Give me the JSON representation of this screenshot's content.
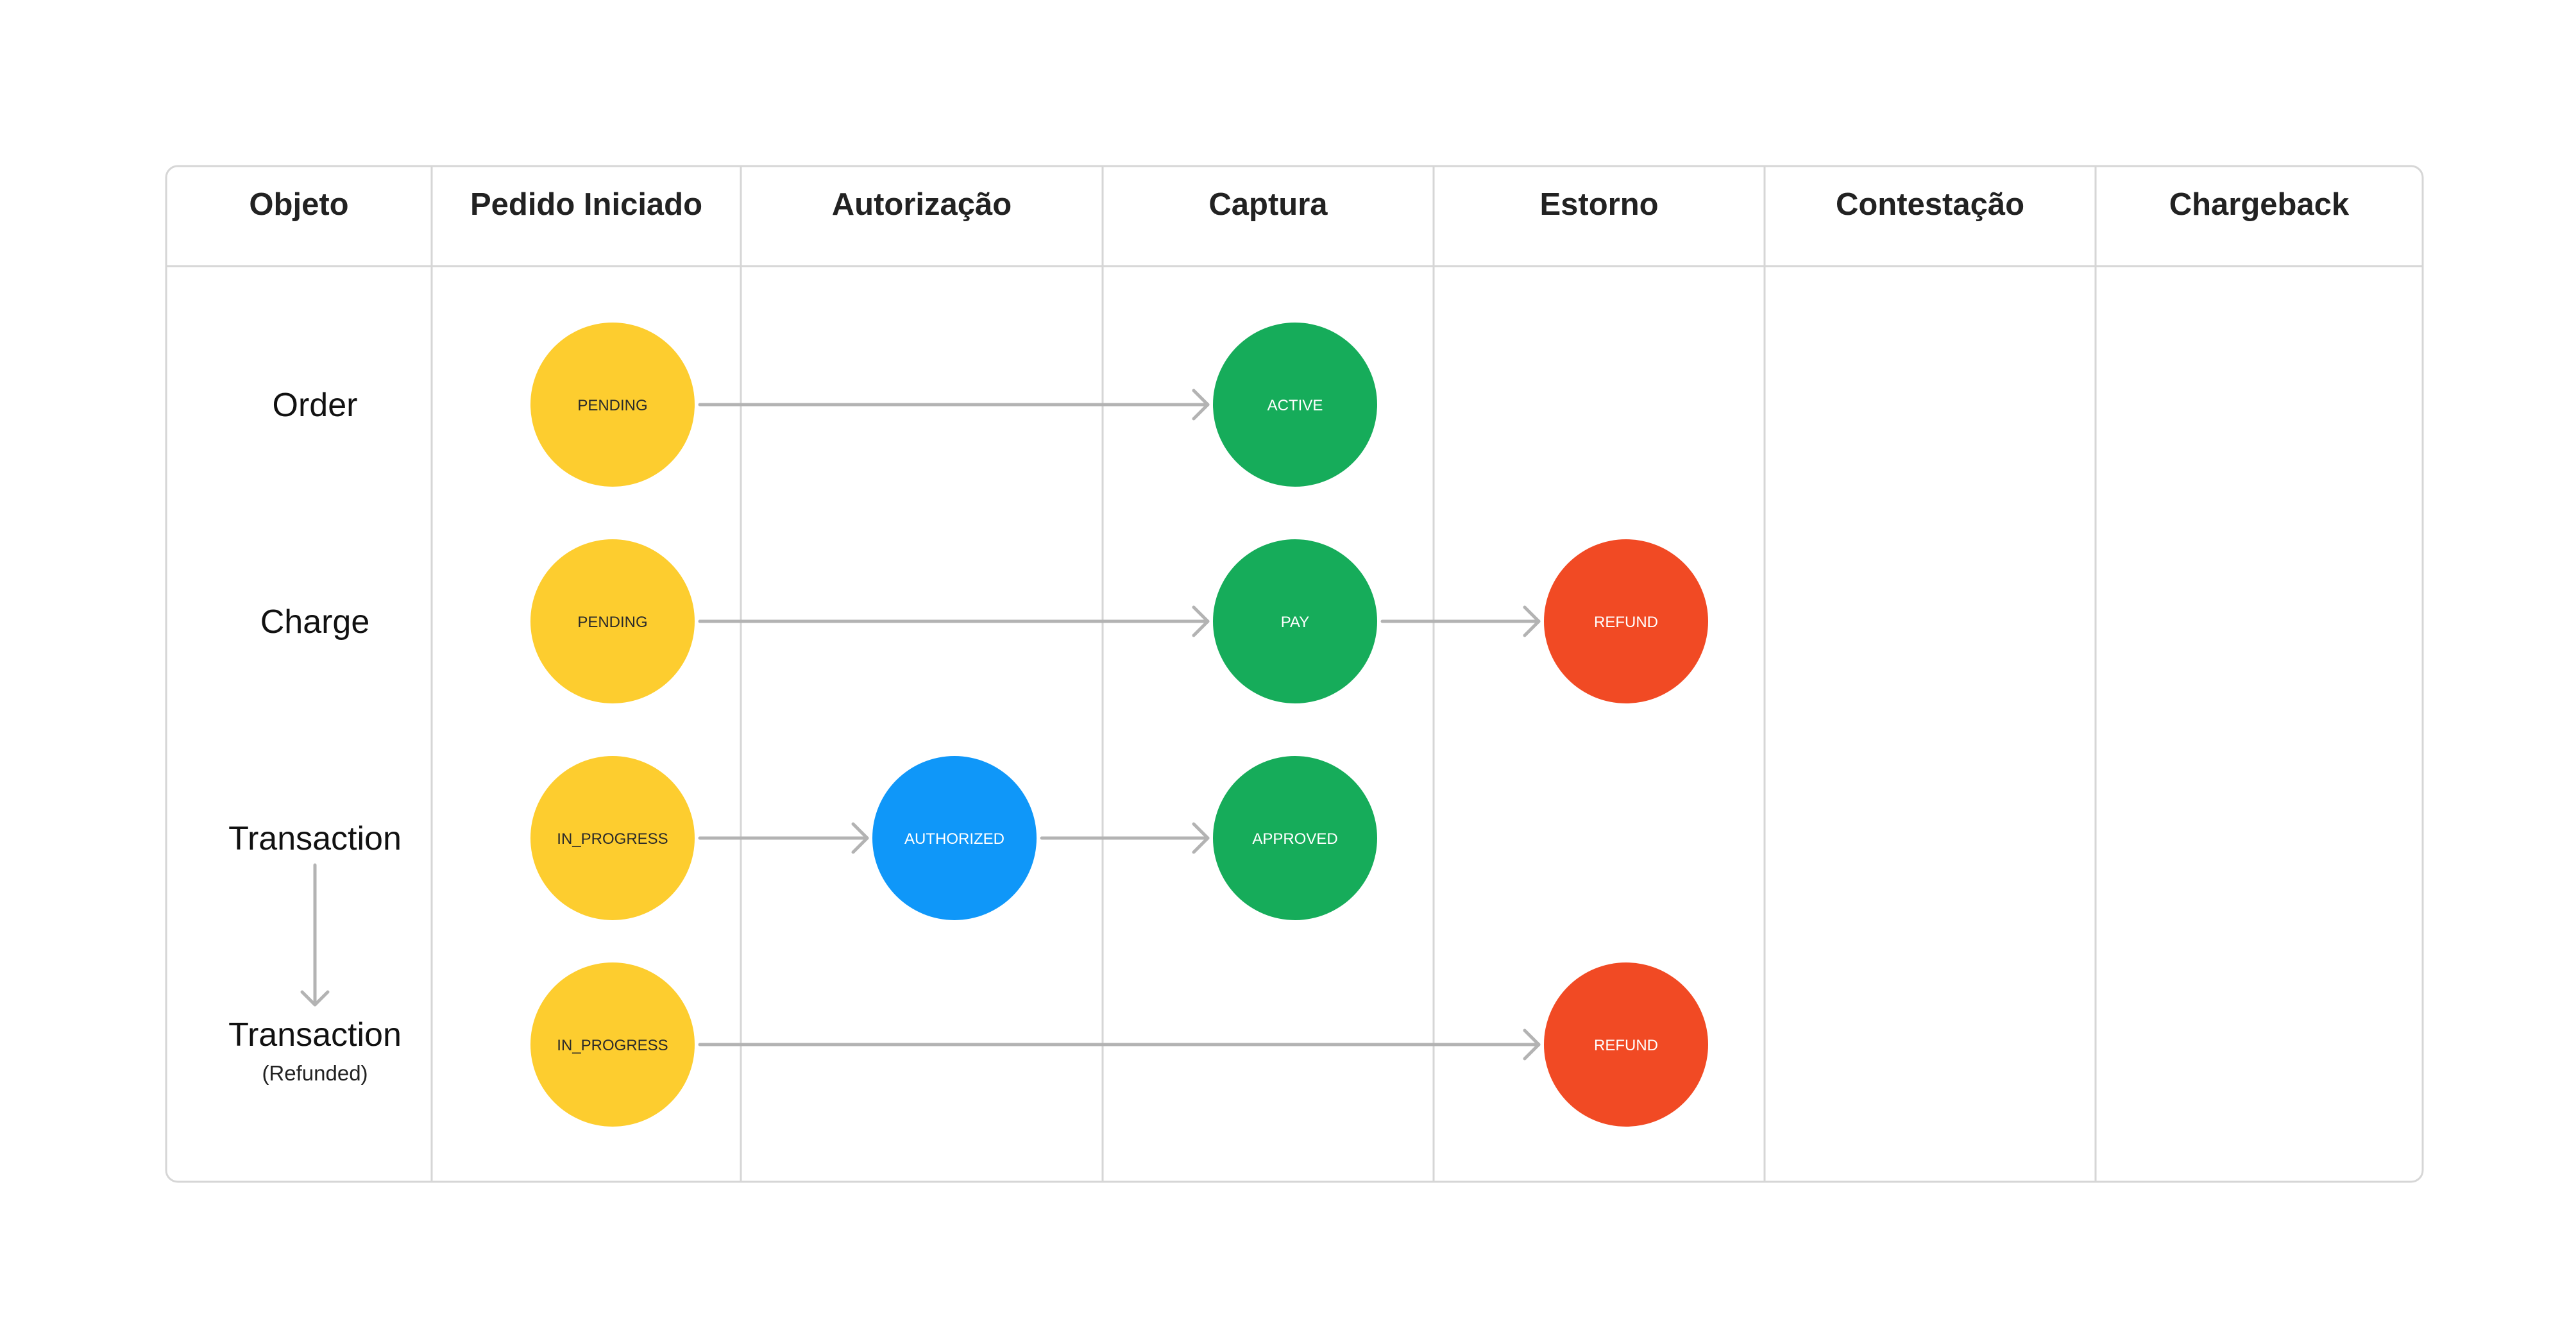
{
  "colors": {
    "pending": "#FDCD2F",
    "active": "#16AC5A",
    "authorized": "#0F97F9",
    "refund": "#F14A24",
    "node_text_light": "#FFFFFF",
    "node_text_dark": "#2A2A2A"
  },
  "header": {
    "columns": [
      {
        "id": "objeto",
        "label": "Objeto"
      },
      {
        "id": "pedido",
        "label": "Pedido Iniciado"
      },
      {
        "id": "autorizacao",
        "label": "Autorização"
      },
      {
        "id": "captura",
        "label": "Captura"
      },
      {
        "id": "estorno",
        "label": "Estorno"
      },
      {
        "id": "contestacao",
        "label": "Contestação"
      },
      {
        "id": "chargeback",
        "label": "Chargeback"
      }
    ]
  },
  "rows": [
    {
      "id": "order",
      "label": "Order",
      "sublabel": ""
    },
    {
      "id": "charge",
      "label": "Charge",
      "sublabel": ""
    },
    {
      "id": "transaction",
      "label": "Transaction",
      "sublabel": ""
    },
    {
      "id": "transaction-refunded",
      "label": "Transaction",
      "sublabel": "(Refunded)"
    }
  ],
  "nodes": [
    {
      "id": "order-pending",
      "row": "order",
      "column": "pedido",
      "label": "PENDING",
      "color": "pending"
    },
    {
      "id": "order-active",
      "row": "order",
      "column": "captura",
      "label": "ACTIVE",
      "color": "active"
    },
    {
      "id": "charge-pending",
      "row": "charge",
      "column": "pedido",
      "label": "PENDING",
      "color": "pending"
    },
    {
      "id": "charge-pay",
      "row": "charge",
      "column": "captura",
      "label": "PAY",
      "color": "active"
    },
    {
      "id": "charge-refund",
      "row": "charge",
      "column": "estorno",
      "label": "REFUND",
      "color": "refund"
    },
    {
      "id": "transaction-in-progress",
      "row": "transaction",
      "column": "pedido",
      "label": "IN_PROGRESS",
      "color": "pending"
    },
    {
      "id": "transaction-authorized",
      "row": "transaction",
      "column": "autorizacao",
      "label": "AUTHORIZED",
      "color": "authorized"
    },
    {
      "id": "transaction-approved",
      "row": "transaction",
      "column": "captura",
      "label": "APPROVED",
      "color": "active"
    },
    {
      "id": "refunded-in-progress",
      "row": "transaction-refunded",
      "column": "pedido",
      "label": "IN_PROGRESS",
      "color": "pending"
    },
    {
      "id": "refunded-refund",
      "row": "transaction-refunded",
      "column": "estorno",
      "label": "REFUND",
      "color": "refund"
    }
  ],
  "edges": [
    {
      "from": "order-pending",
      "to": "order-active"
    },
    {
      "from": "charge-pending",
      "to": "charge-pay"
    },
    {
      "from": "charge-pay",
      "to": "charge-refund"
    },
    {
      "from": "transaction-in-progress",
      "to": "transaction-authorized"
    },
    {
      "from": "transaction-authorized",
      "to": "transaction-approved"
    },
    {
      "from": "refunded-in-progress",
      "to": "refunded-refund"
    }
  ],
  "row_links": [
    {
      "from": "transaction",
      "to": "transaction-refunded"
    }
  ]
}
